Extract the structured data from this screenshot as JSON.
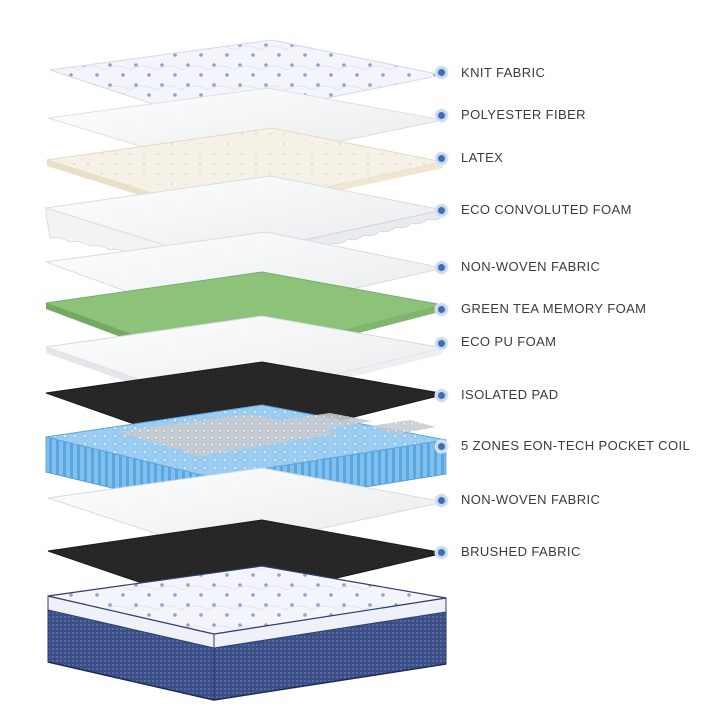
{
  "colors": {
    "accent": "#3f6fb0",
    "label_text": "#3b3b3b",
    "green_tea": "#8cc27a",
    "coil_blue": "#6fb6ea",
    "black_pad": "#262626"
  },
  "layers": [
    {
      "key": "knit",
      "label": "KNIT FABRIC"
    },
    {
      "key": "poly",
      "label": "POLYESTER FIBER"
    },
    {
      "key": "latex",
      "label": "LATEX"
    },
    {
      "key": "convoluted",
      "label": "ECO CONVOLUTED FOAM"
    },
    {
      "key": "nonwoven1",
      "label": "NON-WOVEN FABRIC"
    },
    {
      "key": "greentea",
      "label": "GREEN TEA MEMORY FOAM"
    },
    {
      "key": "pufoam",
      "label": "ECO PU FOAM"
    },
    {
      "key": "isolated",
      "label": "ISOLATED PAD"
    },
    {
      "key": "coil",
      "label": "5 ZONES EON-TECH POCKET COIL"
    },
    {
      "key": "nonwoven2",
      "label": "NON-WOVEN FABRIC"
    },
    {
      "key": "brushed",
      "label": "BRUSHED FABRIC"
    }
  ]
}
